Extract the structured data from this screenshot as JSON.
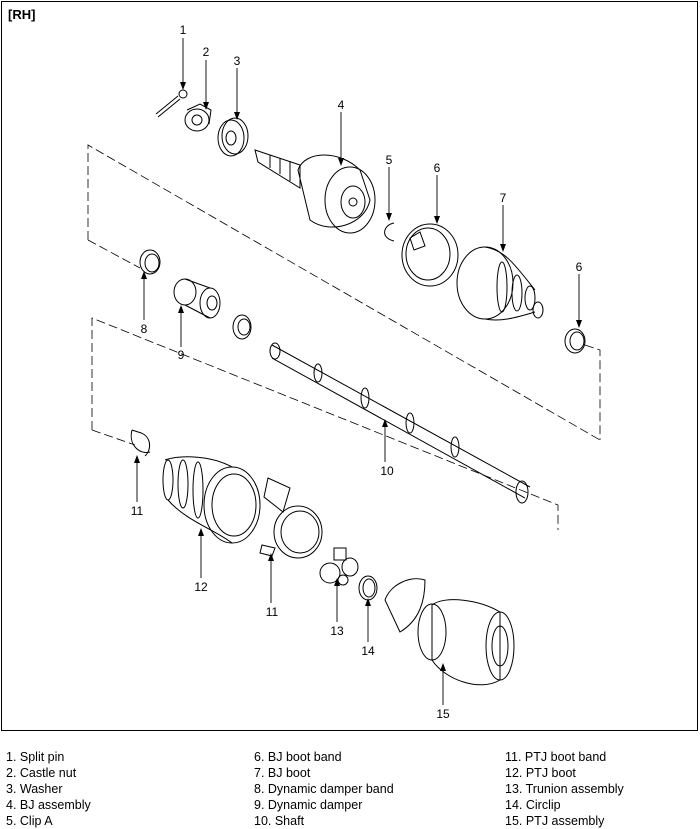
{
  "diagram": {
    "view_label": "[RH]",
    "callouts": [
      "1",
      "2",
      "3",
      "4",
      "5",
      "6",
      "7",
      "6",
      "8",
      "9",
      "10",
      "11",
      "12",
      "11",
      "13",
      "14",
      "15"
    ]
  },
  "legend": [
    [
      "1. Split pin",
      "2. Castle nut",
      "3. Washer",
      "4. BJ assembly",
      "5. Clip A"
    ],
    [
      "6. BJ boot band",
      "7. BJ boot",
      "8. Dynamic damper band",
      "9. Dynamic damper",
      "10. Shaft"
    ],
    [
      "11. PTJ boot band",
      "12. PTJ boot",
      "13. Trunion assembly",
      "14. Circlip",
      "15. PTJ assembly"
    ]
  ]
}
